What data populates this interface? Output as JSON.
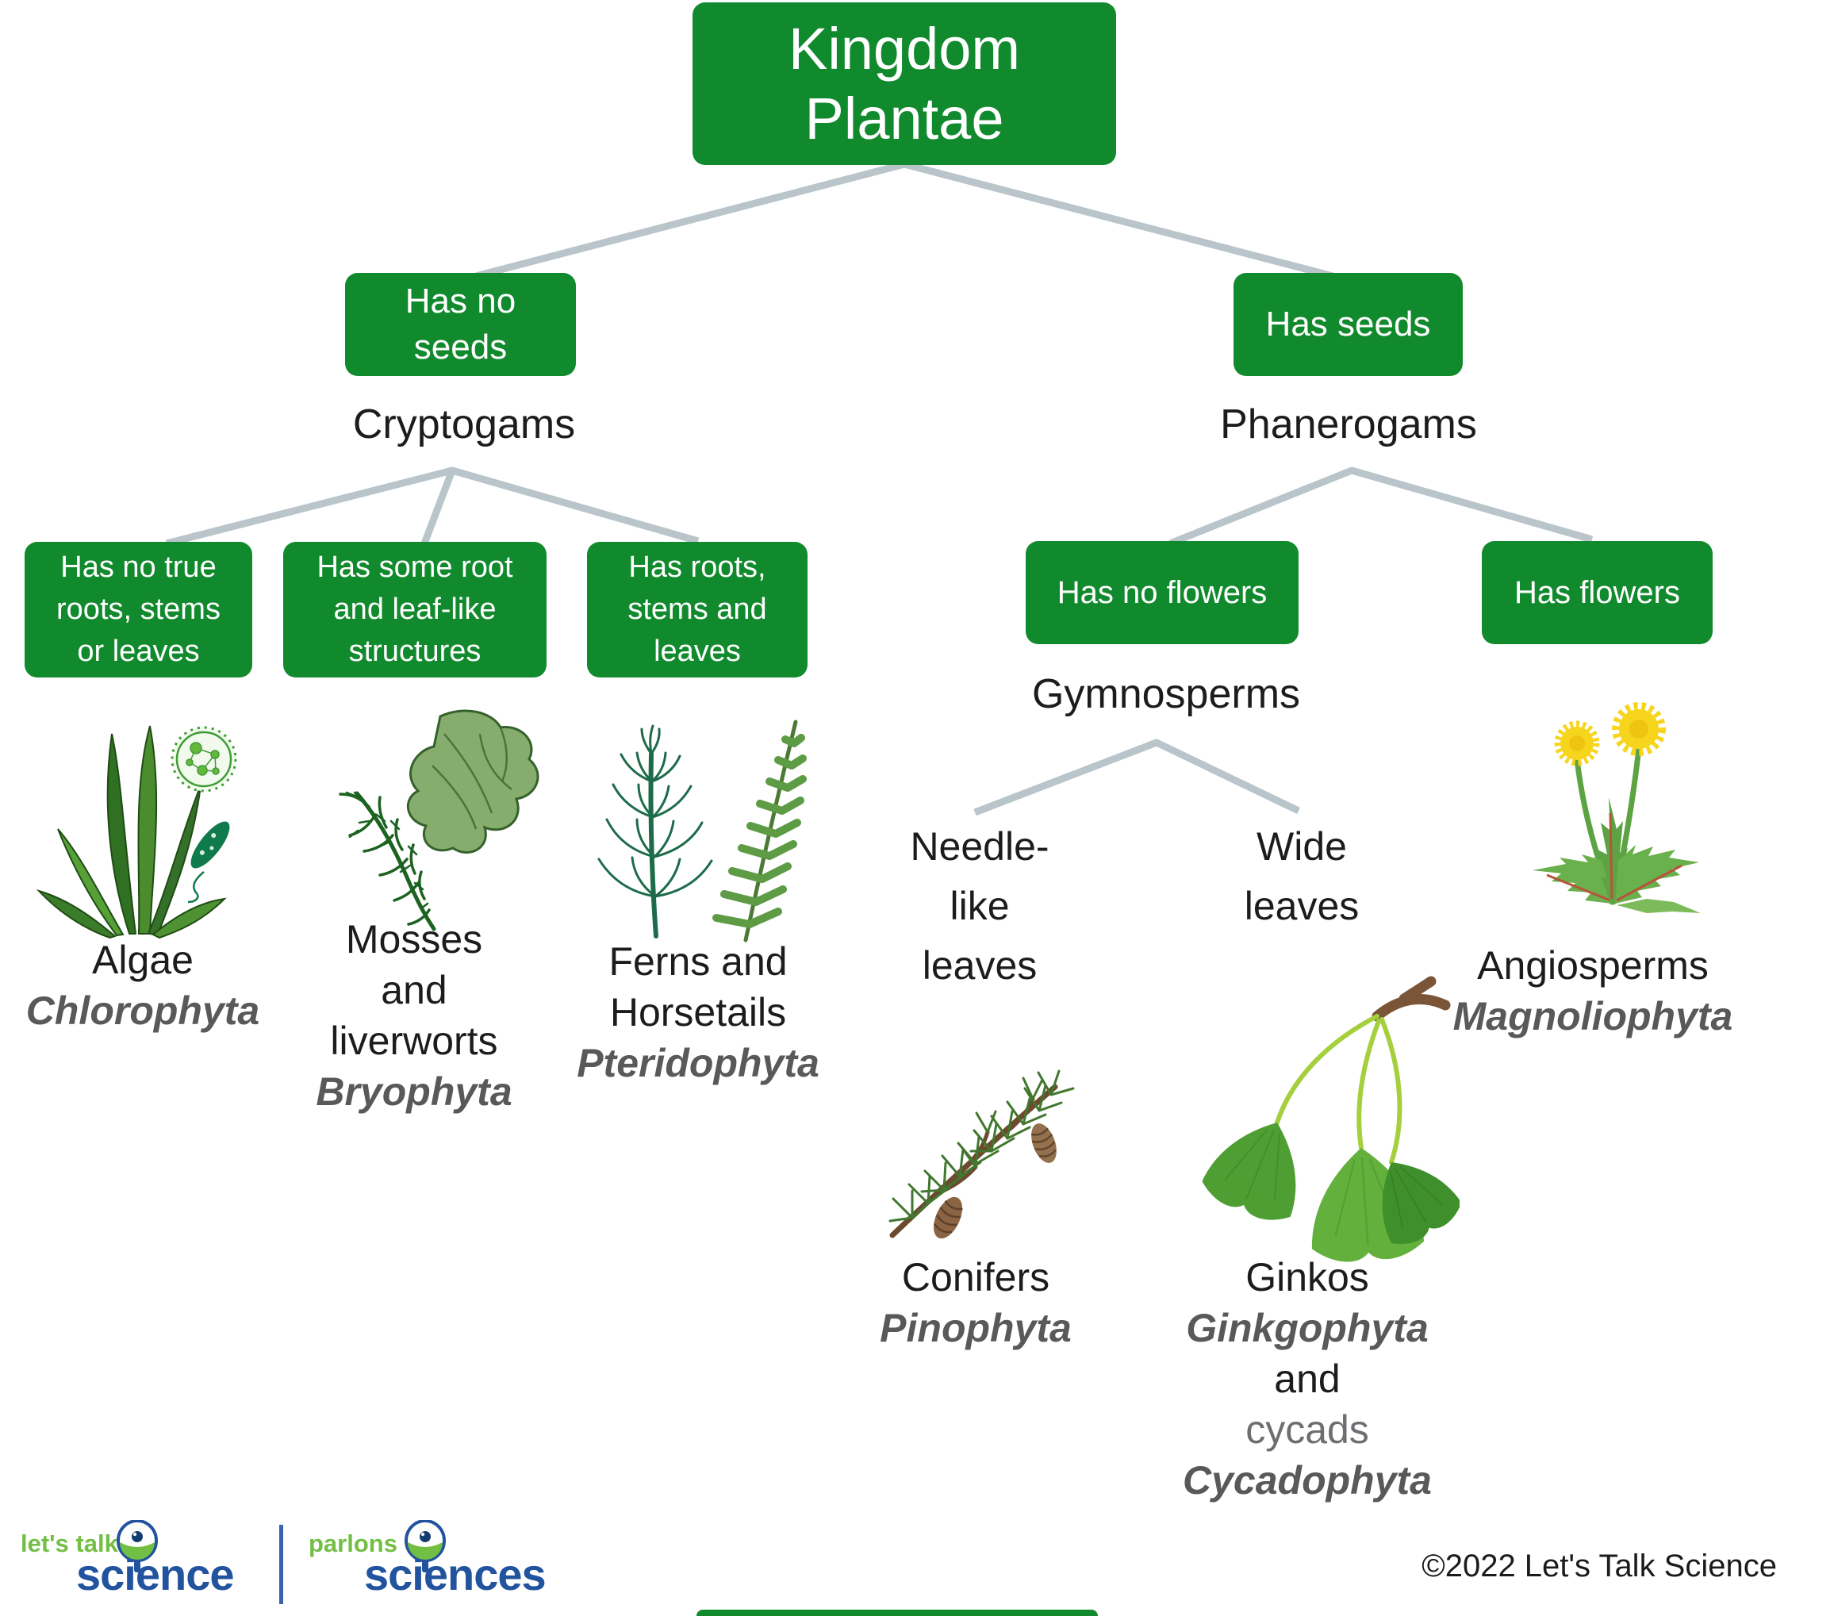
{
  "title": "Kingdom Plantae classification diagram",
  "colors": {
    "node_green": "#118a2d",
    "connector_gray": "#b9c5cb",
    "text_black": "#1c1c1e",
    "latin_gray": "#58595b",
    "cycads_gray": "#6d6e71",
    "logo_green": "#72bf44",
    "logo_blue": "#21539e"
  },
  "root": {
    "label": "Kingdom\nPlantae"
  },
  "branches": {
    "no_seeds": {
      "box": "Has no\nseeds",
      "group": "Cryptogams"
    },
    "seeds": {
      "box": "Has seeds",
      "group": "Phanerogams"
    }
  },
  "cryptogams": [
    {
      "box": "Has no true\nroots, stems\nor leaves",
      "name": "Algae",
      "latin": "Chlorophyta",
      "icon": "algae-illustration"
    },
    {
      "box": "Has some root\nand leaf-like\nstructures",
      "name": "Mosses\nand\nliverworts",
      "latin": "Bryophyta",
      "icon": "moss-liverwort-illustration"
    },
    {
      "box": "Has roots,\nstems and\nleaves",
      "name": "Ferns and\nHorsetails",
      "latin": "Pteridophyta",
      "icon": "fern-horsetail-illustration"
    }
  ],
  "phanerogams": {
    "no_flowers": {
      "box": "Has no flowers",
      "group": "Gymnosperms"
    },
    "flowers": {
      "box": "Has flowers",
      "name": "Angiosperms",
      "latin": "Magnoliophyta",
      "icon": "dandelion-illustration"
    }
  },
  "gymnosperms": [
    {
      "trait": "Needle-\nlike\nleaves",
      "name": "Conifers",
      "latin": "Pinophyta",
      "icon": "conifer-illustration"
    },
    {
      "trait": "Wide\nleaves",
      "name": "Ginkos",
      "latin": "Ginkgophyta",
      "conjunction": "and",
      "name2": "cycads",
      "latin2": "Cycadophyta",
      "icon": "ginkgo-illustration"
    }
  ],
  "footer": {
    "logo_en": {
      "tagline": "let's talk",
      "wordmark": "science"
    },
    "logo_fr": {
      "tagline": "parlons",
      "wordmark": "sciences"
    },
    "copyright": "©2022 Let's Talk Science"
  }
}
